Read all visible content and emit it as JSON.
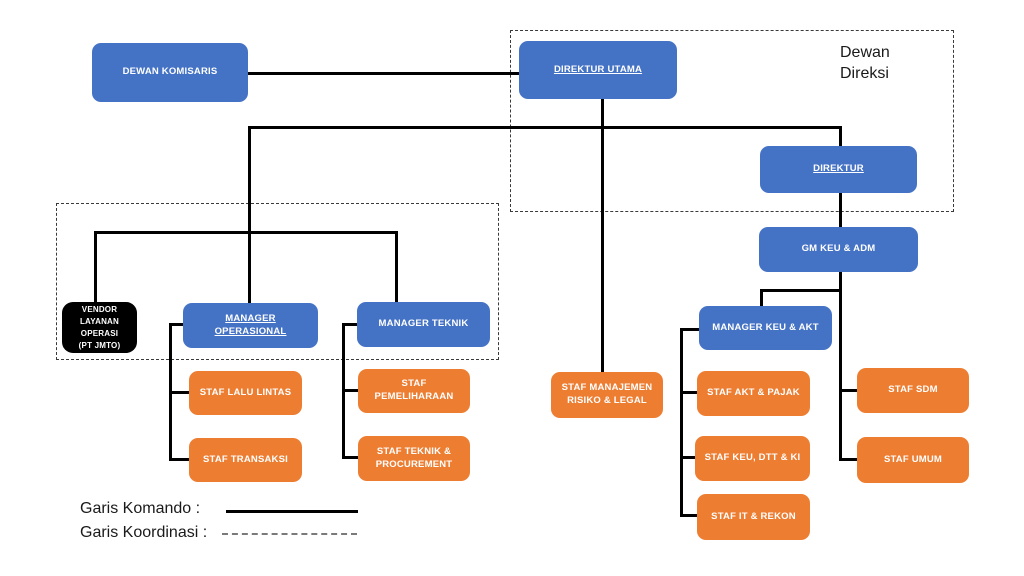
{
  "diagram_type": "org-chart",
  "nodes": {
    "dewan_komisaris": "DEWAN KOMISARIS",
    "direktur_utama": "DIREKTUR UTAMA",
    "direktur": "DIREKTUR",
    "gm_keu_adm": "GM KEU & ADM",
    "manager_keu_akt": "MANAGER KEU & AKT",
    "vendor_layanan_operasi": "VENDOR\nLAYANAN\nOPERASI\n(PT JMTO)",
    "manager_operasional": "MANAGER\nOPERASIONAL",
    "manager_teknik": "MANAGER TEKNIK",
    "staf_lalu_lintas": "STAF LALU LINTAS",
    "staf_transaksi": "STAF TRANSAKSI",
    "staf_pemeliharaan": "STAF\nPEMELIHARAAN",
    "staf_teknik_procurement": "STAF TEKNIK &\nPROCUREMENT",
    "staf_manajemen_risiko_legal": "STAF MANAJEMEN\nRISIKO & LEGAL",
    "staf_akt_pajak": "STAF AKT & PAJAK",
    "staf_keu_dtt_ki": "STAF KEU, DTT & KI",
    "staf_it_rekon": "STAF IT & REKON",
    "staf_sdm": "STAF SDM",
    "staf_umum": "STAF  UMUM"
  },
  "annotations": {
    "dewan_direksi": "Dewan\nDireksi"
  },
  "legend": {
    "komando": "Garis Komando :",
    "koordinasi": "Garis Koordinasi :"
  },
  "colors": {
    "node_blue": "#4472C4",
    "node_orange": "#ED7D31",
    "node_black": "#000000",
    "command_line": "#000000",
    "coordination_line": "#7a7a7a"
  }
}
